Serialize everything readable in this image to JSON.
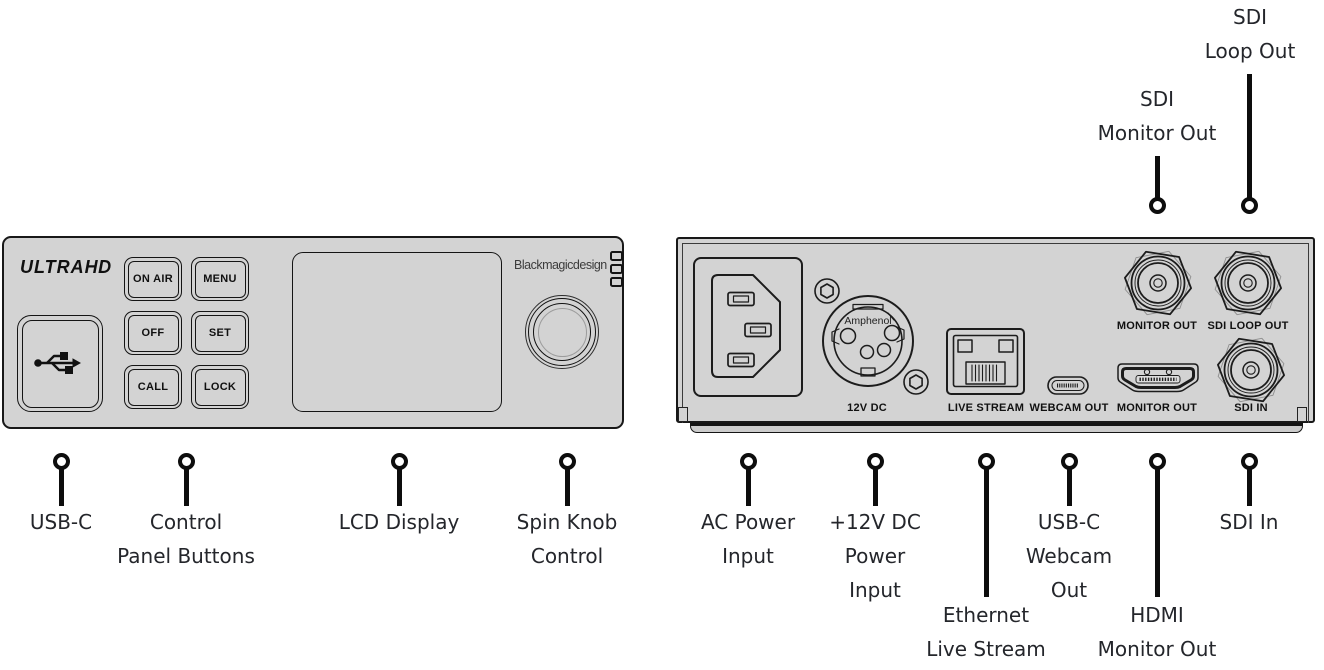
{
  "colors": {
    "panel_gray": "#d3d3d3",
    "outline": "#181818",
    "callout_text": "#24262b"
  },
  "front": {
    "logo_ultra": "ULTRA",
    "logo_hd": "HD",
    "brand": "Blackmagicdesign",
    "buttons": [
      "ON AIR",
      "MENU",
      "OFF",
      "SET",
      "CALL",
      "LOCK"
    ]
  },
  "rear": {
    "amphenol": "Amphenol",
    "labels": {
      "dc": "12V DC",
      "ethernet": "LIVE STREAM",
      "webcam": "WEBCAM OUT",
      "hdmi_monitor": "MONITOR OUT",
      "bnc_monitor": "MONITOR OUT",
      "bnc_loop": "SDI LOOP OUT",
      "bnc_in": "SDI IN"
    }
  },
  "callouts": {
    "top": [
      {
        "id": "sdi-monitor-out",
        "lines": [
          "SDI",
          "Monitor Out"
        ]
      },
      {
        "id": "sdi-loop-out",
        "lines": [
          "SDI",
          "Loop Out"
        ]
      }
    ],
    "bottom": [
      {
        "id": "usb-c",
        "lines": [
          "USB-C"
        ]
      },
      {
        "id": "control-panel-buttons",
        "lines": [
          "Control",
          "Panel Buttons"
        ]
      },
      {
        "id": "lcd-display",
        "lines": [
          "LCD Display"
        ]
      },
      {
        "id": "spin-knob-control",
        "lines": [
          "Spin Knob",
          "Control"
        ]
      },
      {
        "id": "ac-power-input",
        "lines": [
          "AC Power",
          "Input"
        ]
      },
      {
        "id": "12v-dc-power-input",
        "lines": [
          "+12V DC",
          "Power",
          "Input"
        ]
      },
      {
        "id": "ethernet-live-stream",
        "lines": [
          "Ethernet",
          "Live Stream"
        ]
      },
      {
        "id": "usb-c-webcam-out",
        "lines": [
          "USB-C",
          "Webcam",
          "Out"
        ]
      },
      {
        "id": "hdmi-monitor-out",
        "lines": [
          "HDMI",
          "Monitor Out"
        ]
      },
      {
        "id": "sdi-in",
        "lines": [
          "SDI In"
        ]
      }
    ]
  }
}
